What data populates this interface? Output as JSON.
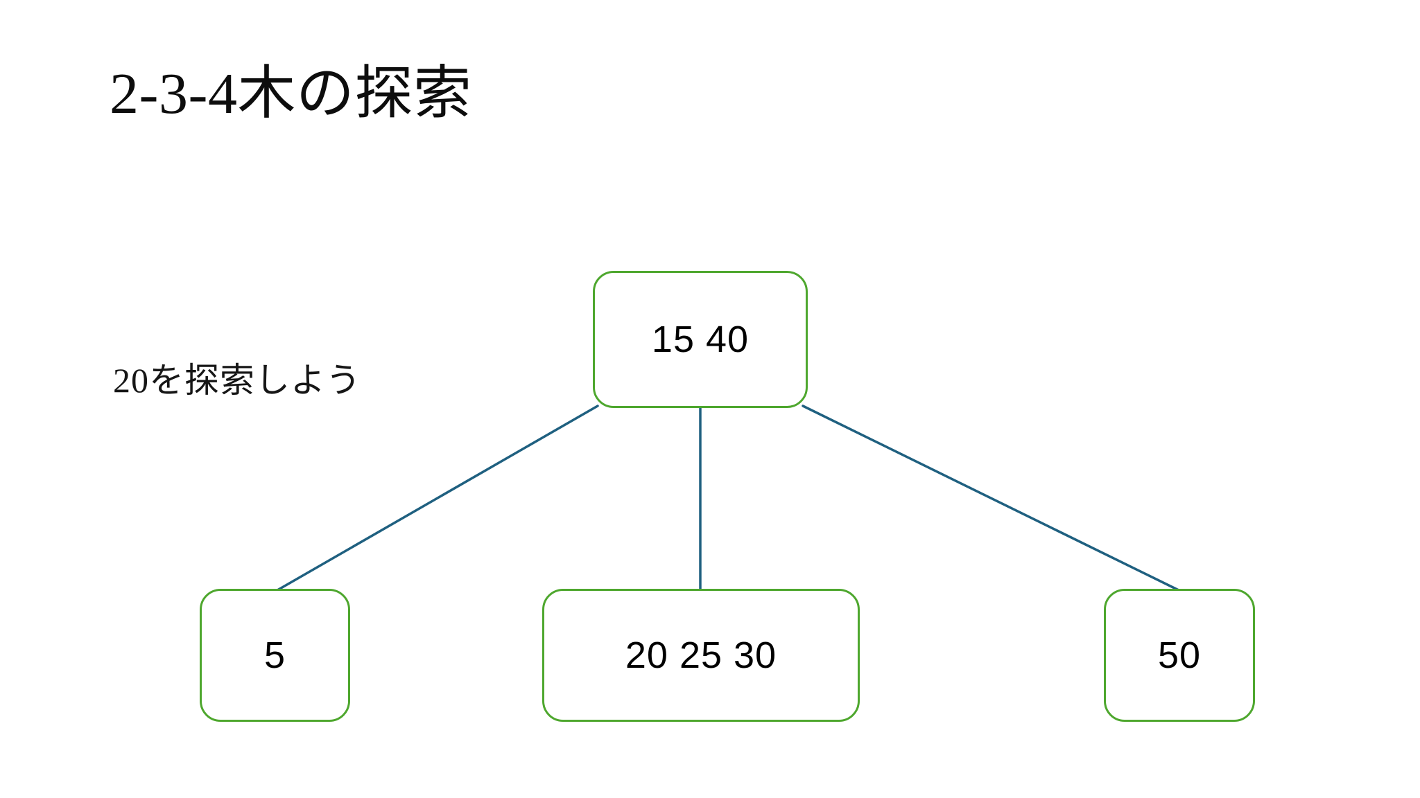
{
  "slide": {
    "title": "2-3-4木の探索",
    "caption": "20を探索しよう",
    "background_color": "#FFFFFF",
    "title_color": "#0D0D0D"
  },
  "theme": {
    "node_border_color": "#4EA72E",
    "node_fill_color": "#FFFFFF",
    "edge_color": "#1F6080",
    "text_color": "#000000"
  },
  "tree": {
    "root": {
      "id": "root",
      "label": "15 40",
      "keys": [
        15,
        40
      ]
    },
    "children": [
      {
        "id": "left",
        "label": "5",
        "keys": [
          5
        ]
      },
      {
        "id": "middle",
        "label": "20 25 30",
        "keys": [
          20,
          25,
          30
        ]
      },
      {
        "id": "right",
        "label": "50",
        "keys": [
          50
        ]
      }
    ],
    "edges": [
      {
        "from": "root",
        "to": "left"
      },
      {
        "from": "root",
        "to": "middle"
      },
      {
        "from": "root",
        "to": "right"
      }
    ]
  }
}
